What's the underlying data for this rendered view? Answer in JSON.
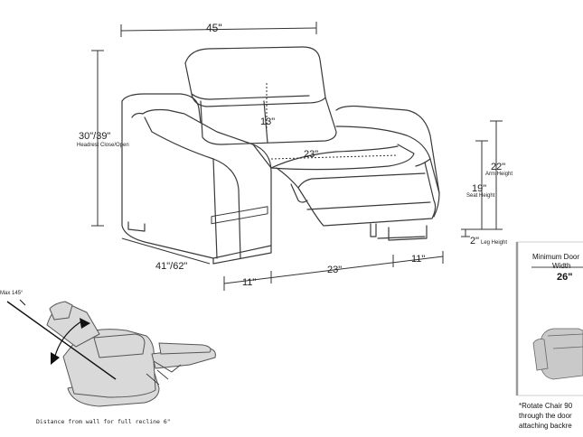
{
  "dimensions": {
    "width": "45\"",
    "height_main": "30\"/39\"",
    "height_note": "Headrest Close/Open",
    "headrest": "13\"",
    "seat_width": "23\"",
    "depth": "41\"/62\"",
    "seg_left": "11\"",
    "seg_mid": "23\"",
    "seg_right": "11\"",
    "arm_height": "22\"",
    "arm_height_label": "Arm Height",
    "seat_height": "19\"",
    "seat_height_label": "Seat Height",
    "leg_height": "2\"",
    "leg_height_label": "Leg Height"
  },
  "recline": {
    "max_angle": "Max 145°",
    "wall_note": "Distance from wall for full recline 6\""
  },
  "door_panel": {
    "title_line1": "Minimum Door",
    "title_line2": "Width",
    "value": "26\"",
    "note_line1": "*Rotate Chair 90",
    "note_line2": "through the door",
    "note_line3": "attaching backre"
  }
}
